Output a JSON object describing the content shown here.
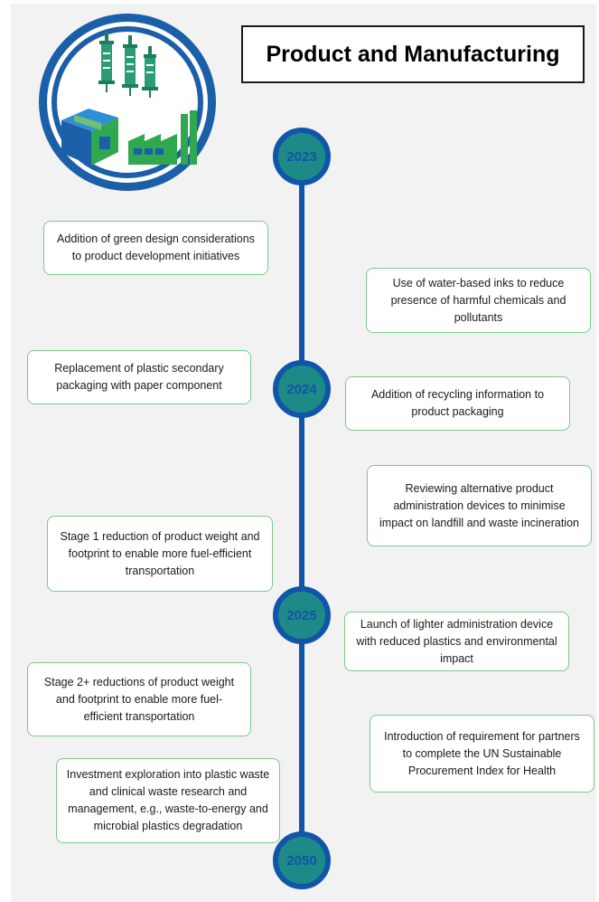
{
  "title": "Product and Manufacturing",
  "logo_icons": [
    "syringe-icon",
    "package-box-icon",
    "factory-icon"
  ],
  "colors": {
    "timeline_blue": "#1155a8",
    "node_teal": "#1e8a88",
    "box_border_green": "#7cc98a",
    "icon_blue": "#1b5fa8",
    "icon_green": "#2fa84f"
  },
  "years": [
    "2023",
    "2024",
    "2025",
    "2050"
  ],
  "events": {
    "e1": "Addition of green design considerations to product development initiatives",
    "e2": "Use of water-based inks to reduce presence of harmful chemicals and pollutants",
    "e3": "Replacement of plastic secondary packaging with paper component",
    "e4": "Addition of recycling information to product packaging",
    "e5": "Reviewing alternative product administration devices to minimise impact on landfill and waste incineration",
    "e6": "Stage 1 reduction of product weight and footprint to enable more fuel-efficient transportation",
    "e7": "Launch of lighter administration device with reduced plastics and environmental impact",
    "e8": "Stage 2+ reductions of product weight and footprint to enable more fuel-efficient transportation",
    "e9": "Introduction of requirement for partners to complete the UN Sustainable Procurement Index for Health",
    "e10": "Investment exploration into plastic waste and clinical waste research and management, e.g., waste-to-energy and microbial plastics degradation"
  }
}
